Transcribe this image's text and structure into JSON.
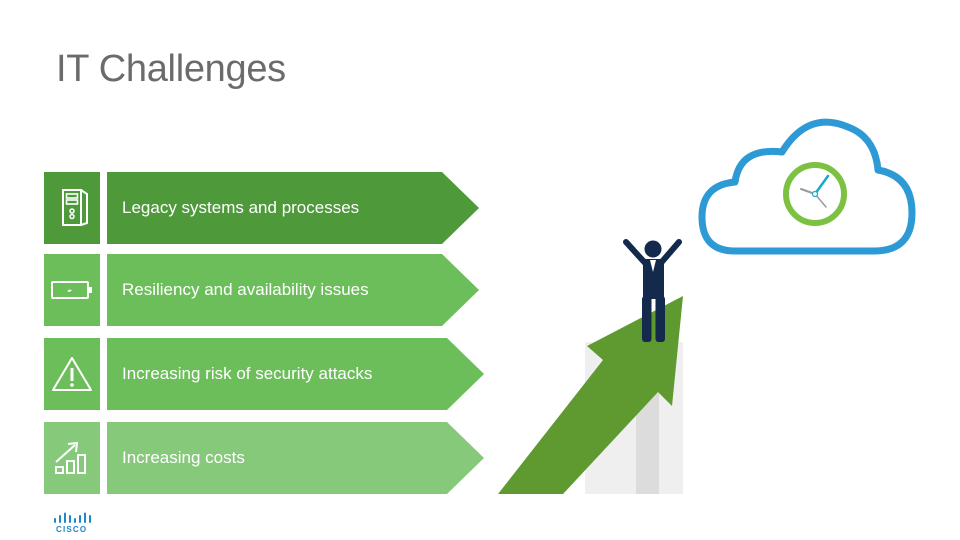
{
  "slide": {
    "title": "IT Challenges"
  },
  "challenges": [
    {
      "label": "Legacy systems and processes",
      "icon": "legacy-server-icon",
      "color": "#4e9a3b"
    },
    {
      "label": "Resiliency and availability issues",
      "icon": "battery-fault-icon",
      "color": "#6cbe5a"
    },
    {
      "label": "Increasing risk of security attacks",
      "icon": "warning-icon",
      "color": "#6cbe5a"
    },
    {
      "label": "Increasing costs",
      "icon": "rising-cost-chart-icon",
      "color": "#87c97b"
    }
  ],
  "illustration": {
    "arrow_color": "#5e9a30",
    "person_color": "#132a4d",
    "cloud_color": "#2d9ad6",
    "clock_ring_color": "#7dc142",
    "clock_hand_color": "#1aa9c4"
  },
  "footer": {
    "logo_text": "CISCO",
    "logo_color": "#1e87c9"
  }
}
